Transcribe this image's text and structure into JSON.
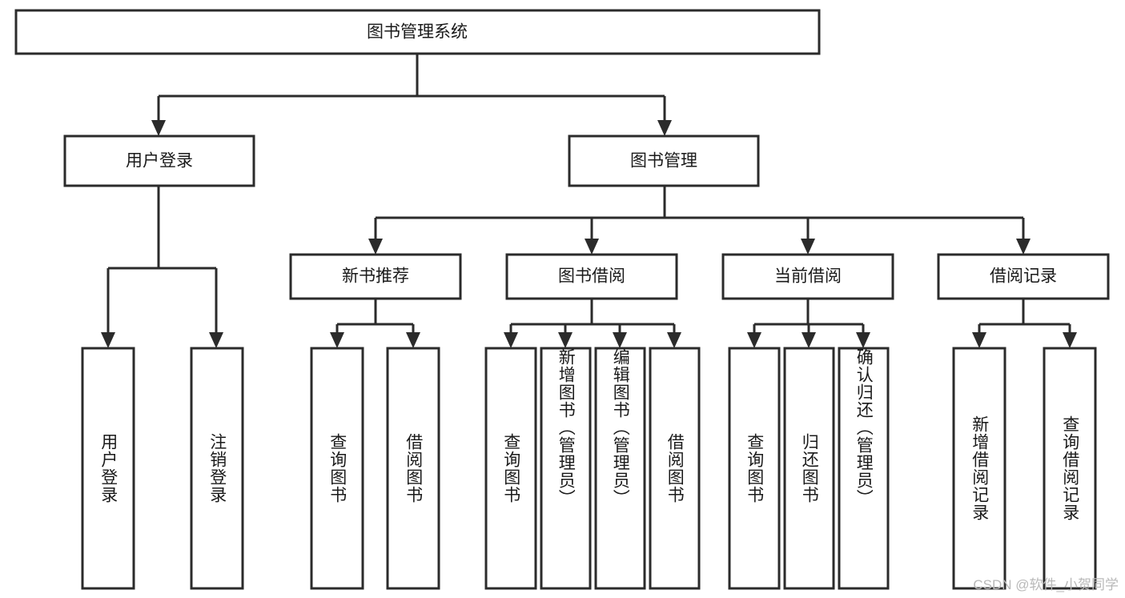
{
  "diagram": {
    "type": "tree",
    "title_node": {
      "id": "root",
      "label": "图书管理系统"
    },
    "level1": [
      {
        "id": "user-login",
        "label": "用户登录"
      },
      {
        "id": "book-manage",
        "label": "图书管理"
      }
    ],
    "level2": [
      {
        "id": "new-book-recommend",
        "label": "新书推荐",
        "parent": "book-manage"
      },
      {
        "id": "book-borrow",
        "label": "图书借阅",
        "parent": "book-manage"
      },
      {
        "id": "current-borrow",
        "label": "当前借阅",
        "parent": "book-manage"
      },
      {
        "id": "borrow-record",
        "label": "借阅记录",
        "parent": "book-manage"
      }
    ],
    "leaves": {
      "user-login": [
        {
          "id": "leaf-user-login",
          "label": "用户登录"
        },
        {
          "id": "leaf-logout-login",
          "label": "注销登录"
        }
      ],
      "new-book-recommend": [
        {
          "id": "leaf-query-book-1",
          "label": "查询图书"
        },
        {
          "id": "leaf-borrow-book-1",
          "label": "借阅图书"
        }
      ],
      "book-borrow": [
        {
          "id": "leaf-query-book-2",
          "label": "查询图书"
        },
        {
          "id": "leaf-add-book",
          "label": "新增图书（管理员）"
        },
        {
          "id": "leaf-edit-book",
          "label": "编辑图书（管理员）"
        },
        {
          "id": "leaf-borrow-book-2",
          "label": "借阅图书"
        }
      ],
      "current-borrow": [
        {
          "id": "leaf-query-book-3",
          "label": "查询图书"
        },
        {
          "id": "leaf-return-book",
          "label": "归还图书"
        },
        {
          "id": "leaf-confirm-return",
          "label": "确认归还（管理员）"
        }
      ],
      "borrow-record": [
        {
          "id": "leaf-add-record",
          "label": "新增借阅记录"
        },
        {
          "id": "leaf-query-record",
          "label": "查询借阅记录"
        }
      ]
    }
  },
  "watermark": {
    "text": "CSDN @软件_小贺同学"
  },
  "colors": {
    "stroke": "#2b2b2b",
    "fill": "#ffffff",
    "text": "#1a1a1a",
    "watermark": "#b9b9b9",
    "background": "#ffffff"
  }
}
